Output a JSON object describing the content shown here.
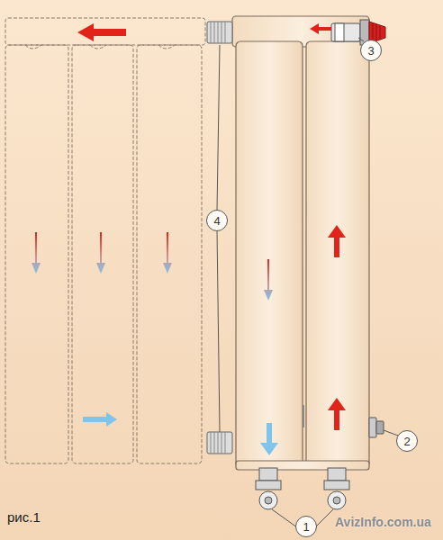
{
  "diagram": {
    "nodes": [
      {
        "text": [
          "3"
        ]
      },
      {
        "text": [
          "4"
        ]
      },
      {
        "text": [
          "2"
        ]
      },
      {
        "text": [
          "1"
        ]
      }
    ],
    "labels": [
      "рис.1",
      "AvizInfo.com.ua"
    ]
  }
}
